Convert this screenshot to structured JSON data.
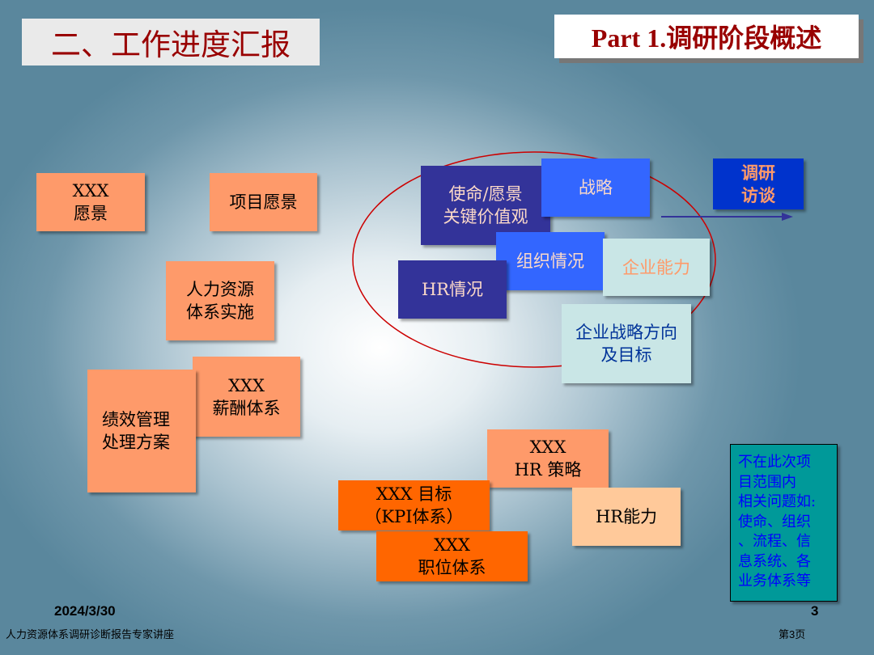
{
  "slide_title": "二、工作进度汇报",
  "part_title": "Part 1.调研阶段概述",
  "boxes": {
    "vision": "XXX\n愿景",
    "project_vision": "项目愿景",
    "hr_system": "人力资源\n体系实施",
    "pay_system": "XXX\n薪酬体系",
    "performance": "绩效管理\n处理方案",
    "mission": "使命/愿景\n关键价值观",
    "strategy": "战略",
    "research": "调研\n访谈",
    "organization": "组织情况",
    "capability": "企业能力",
    "hr_status": "HR情况",
    "direction": "企业战略方向\n及目标",
    "hr_strategy": "XXX\nHR 策略",
    "kpi": "XXX 目标\n（KPI体系）",
    "hr_capability": "HR能力",
    "position": "XXX\n职位体系",
    "out_of_scope": "不在此次项\n目范围内\n相关问题如:\n使命、组织\n、流程、信\n息系统、各\n业务体系等"
  },
  "footer": {
    "date": "2024/3/30",
    "slide_number": "3",
    "caption": "人力资源体系调研诊断报告专家讲座",
    "page": "第3页"
  },
  "colors": {
    "title_red": "#990000",
    "orange": "#fe9a6a",
    "dark_orange": "#ff6600",
    "navy": "#333399",
    "blue": "#3366ff",
    "ellipse": "#cc0000"
  }
}
